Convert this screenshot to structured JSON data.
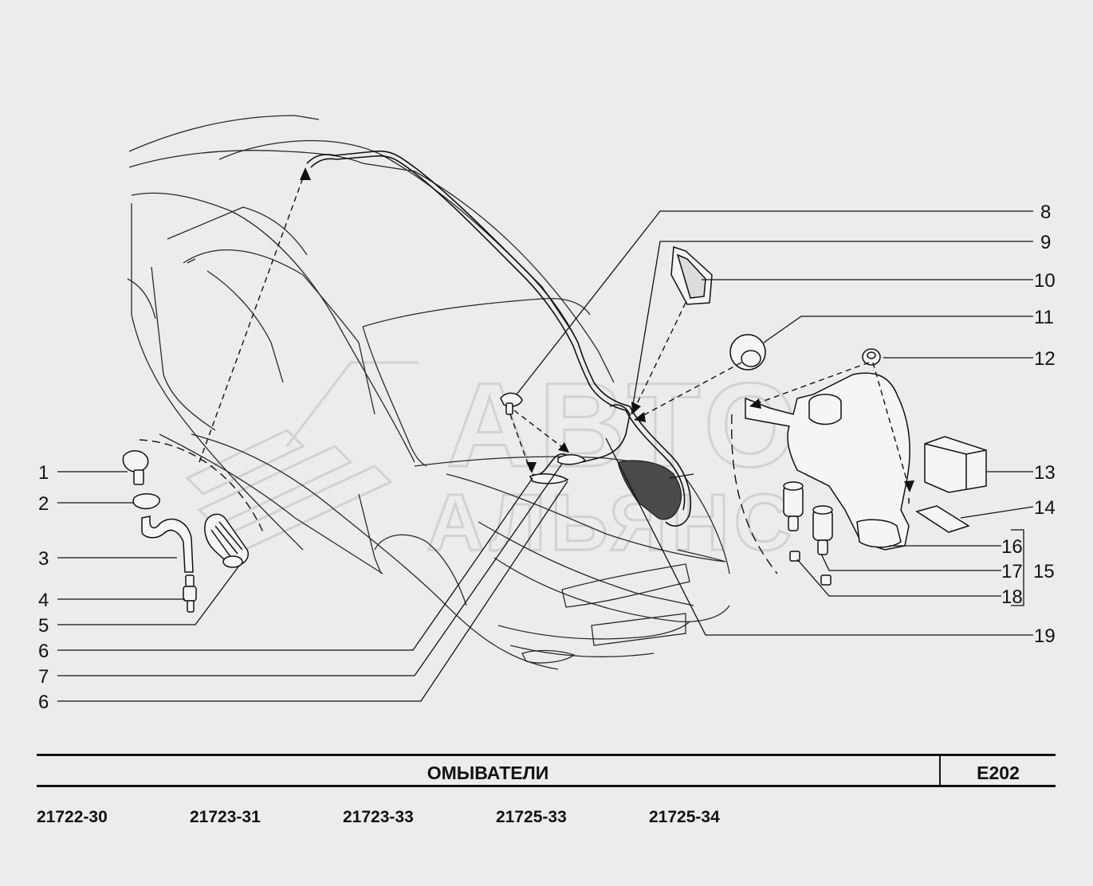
{
  "watermark": {
    "line1": "АВТО",
    "line2": "АЛЬЯНС"
  },
  "callouts": [
    "1",
    "2",
    "3",
    "4",
    "5",
    "6",
    "7",
    "6",
    "8",
    "9",
    "10",
    "11",
    "12",
    "13",
    "14",
    "16",
    "17",
    "18",
    "15",
    "19"
  ],
  "title": {
    "name": "ОМЫВАТЕЛИ",
    "code": "Е202"
  },
  "models": [
    "21722-30",
    "21723-31",
    "21723-33",
    "21725-33",
    "21725-34"
  ],
  "colors": {
    "background": "#ececec",
    "line": "#111111",
    "watermark": "#bdbdbd"
  }
}
